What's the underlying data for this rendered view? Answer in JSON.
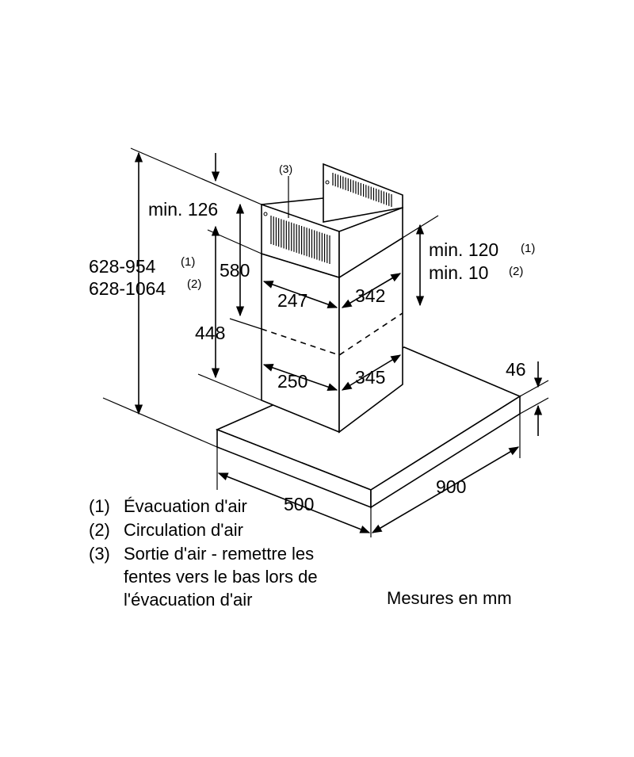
{
  "dimensions": {
    "total_height_1": "628-954",
    "total_height_1_note": "(1)",
    "total_height_2": "628-1064",
    "total_height_2_note": "(2)",
    "min_top_gap": "min. 126",
    "upper_chimney_height": "580",
    "lower_chimney_height": "448",
    "upper_chimney_width": "247",
    "upper_chimney_depth": "342",
    "lower_chimney_width": "250",
    "lower_chimney_depth": "345",
    "side_gap_1": "min. 120",
    "side_gap_1_note": "(1)",
    "side_gap_2": "min. 10",
    "side_gap_2_note": "(2)",
    "canopy_thickness": "46",
    "canopy_depth": "500",
    "canopy_width": "900",
    "outlet_marker": "(3)"
  },
  "legend": [
    {
      "num": "(1)",
      "line1": "Évacuation d'air",
      "line2": ""
    },
    {
      "num": "(2)",
      "line1": "Circulation d'air",
      "line2": ""
    },
    {
      "num": "(3)",
      "line1": "Sortie d'air - remettre les",
      "line2": "fentes vers le bas lors de",
      "line3": "l'évacuation d'air"
    }
  ],
  "units_note": "Mesures en mm"
}
